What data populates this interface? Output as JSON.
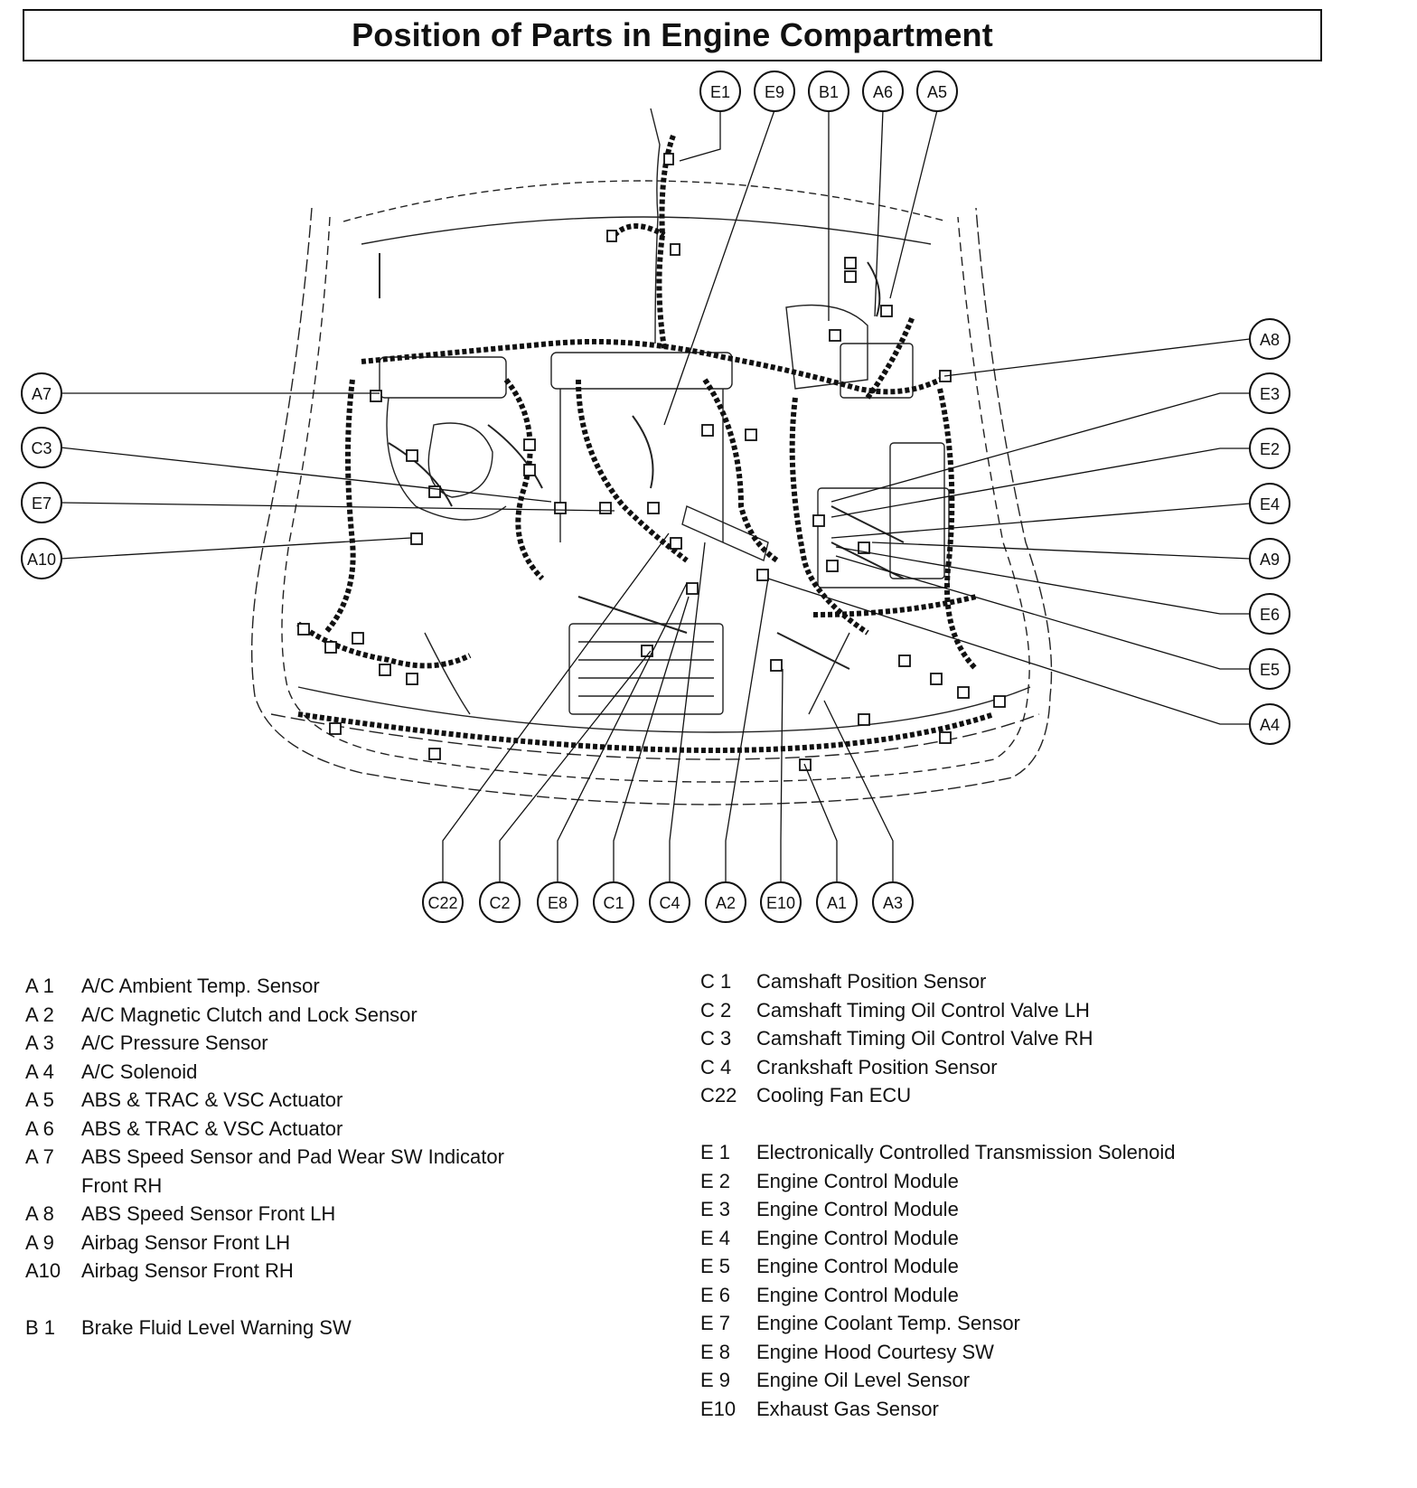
{
  "title": "Position of Parts in Engine Compartment",
  "callouts": {
    "top": [
      "E1",
      "E9",
      "B1",
      "A6",
      "A5"
    ],
    "left": [
      "A7",
      "C3",
      "E7",
      "A10"
    ],
    "right": [
      "A8",
      "E3",
      "E2",
      "E4",
      "A9",
      "E6",
      "E5",
      "A4"
    ],
    "bottom": [
      "C22",
      "C2",
      "E8",
      "C1",
      "C4",
      "A2",
      "E10",
      "A1",
      "A3"
    ]
  },
  "legend_left": [
    {
      "code": "A  1",
      "name": "A/C Ambient Temp. Sensor"
    },
    {
      "code": "A  2",
      "name": "A/C Magnetic Clutch and Lock Sensor"
    },
    {
      "code": "A  3",
      "name": "A/C Pressure Sensor"
    },
    {
      "code": "A  4",
      "name": "A/C Solenoid"
    },
    {
      "code": "A  5",
      "name": "ABS & TRAC & VSC Actuator"
    },
    {
      "code": "A  6",
      "name": "ABS & TRAC & VSC Actuator"
    },
    {
      "code": "A  7",
      "name": "ABS Speed Sensor and Pad Wear SW Indicator",
      "name2": "Front RH"
    },
    {
      "code": "A  8",
      "name": "ABS Speed Sensor Front LH"
    },
    {
      "code": "A  9",
      "name": "Airbag Sensor Front LH"
    },
    {
      "code": "A10",
      "name": "Airbag Sensor Front RH"
    },
    {
      "gap": true
    },
    {
      "code": "B  1",
      "name": "Brake Fluid Level Warning SW"
    }
  ],
  "legend_right": [
    {
      "code": "C  1",
      "name": "Camshaft Position Sensor"
    },
    {
      "code": "C  2",
      "name": "Camshaft Timing Oil Control Valve LH"
    },
    {
      "code": "C  3",
      "name": "Camshaft Timing Oil Control Valve RH"
    },
    {
      "code": "C  4",
      "name": "Crankshaft Position Sensor"
    },
    {
      "code": "C22",
      "name": "Cooling Fan ECU"
    },
    {
      "gap": true
    },
    {
      "code": "E  1",
      "name": "Electronically Controlled Transmission Solenoid"
    },
    {
      "code": "E  2",
      "name": "Engine Control Module"
    },
    {
      "code": "E  3",
      "name": "Engine Control Module"
    },
    {
      "code": "E  4",
      "name": "Engine Control Module"
    },
    {
      "code": "E  5",
      "name": "Engine Control Module"
    },
    {
      "code": "E  6",
      "name": "Engine Control Module"
    },
    {
      "code": "E  7",
      "name": "Engine Coolant Temp. Sensor"
    },
    {
      "code": "E  8",
      "name": "Engine Hood Courtesy SW"
    },
    {
      "code": "E  9",
      "name": "Engine Oil Level Sensor"
    },
    {
      "code": "E10",
      "name": "Exhaust Gas Sensor"
    }
  ]
}
